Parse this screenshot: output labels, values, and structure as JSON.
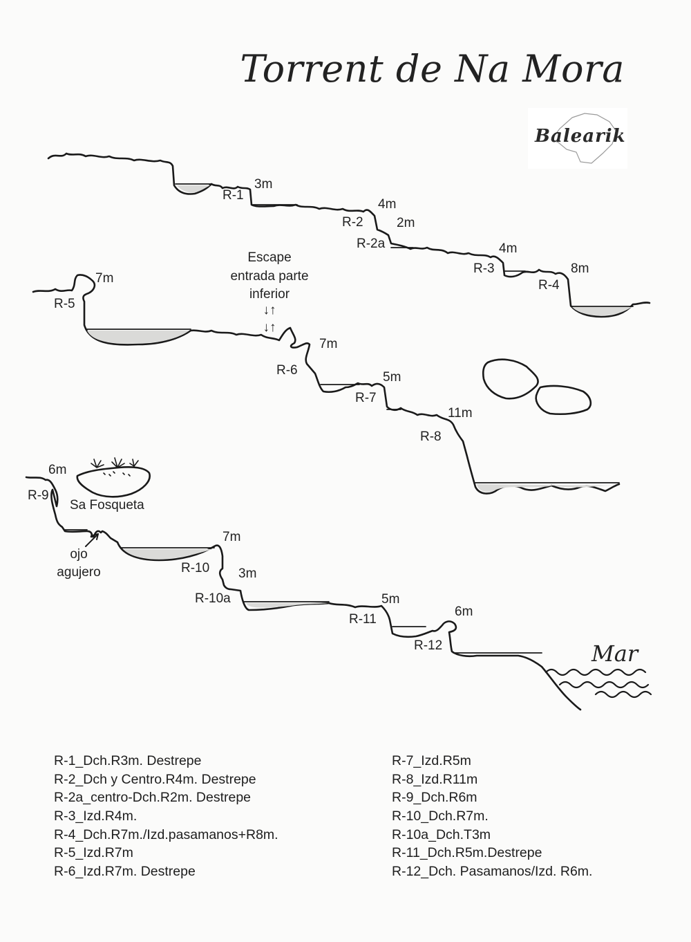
{
  "title": "Torrent de Na Mora",
  "logo": {
    "text": "Balearik"
  },
  "labels": {
    "r1": "R-1",
    "r1_m": "3m",
    "r2": "R-2",
    "r2_m": "4m",
    "r2a": "R-2a",
    "r2a_m": "2m",
    "r3": "R-3",
    "r3_m": "4m",
    "r4": "R-4",
    "r4_m": "8m",
    "r5": "R-5",
    "r5_m": "7m",
    "escape_1": "Escape",
    "escape_2": "entrada parte",
    "escape_3": "inferior",
    "escape_arrow_1": "↓↑",
    "escape_arrow_2": "↓↑",
    "r6": "R-6",
    "r6_m": "7m",
    "r7": "R-7",
    "r7_m": "5m",
    "r8": "R-8",
    "r8_m": "11m",
    "r9": "R-9",
    "r9_m": "6m",
    "sa_fosqueta": "Sa Fosqueta",
    "ojo_1": "ojo",
    "ojo_2": "agujero",
    "r10": "R-10",
    "r10_m": "7m",
    "r10a": "R-10a",
    "r10a_m": "3m",
    "r11": "R-11",
    "r11_m": "5m",
    "r12": "R-12",
    "r12_m": "6m",
    "mar": "Mar"
  },
  "legend": {
    "left": [
      "R-1_Dch.R3m. Destrepe",
      "R-2_Dch y Centro.R4m. Destrepe",
      "R-2a_centro-Dch.R2m. Destrepe",
      "R-3_Izd.R4m.",
      "R-4_Dch.R7m./Izd.pasamanos+R8m.",
      "R-5_Izd.R7m",
      "R-6_Izd.R7m. Destrepe"
    ],
    "right": [
      "R-7_Izd.R5m",
      "R-8_Izd.R11m",
      "R-9_Dch.R6m",
      "R-10_Dch.R7m.",
      "R-10a_Dch.T3m",
      "R-11_Dch.R5m.Destrepe",
      "R-12_Dch. Pasamanos/Izd. R6m."
    ]
  },
  "colors": {
    "ink": "#1a1a1a",
    "water": "#d9d9d7",
    "paper": "#fbfbfa"
  }
}
